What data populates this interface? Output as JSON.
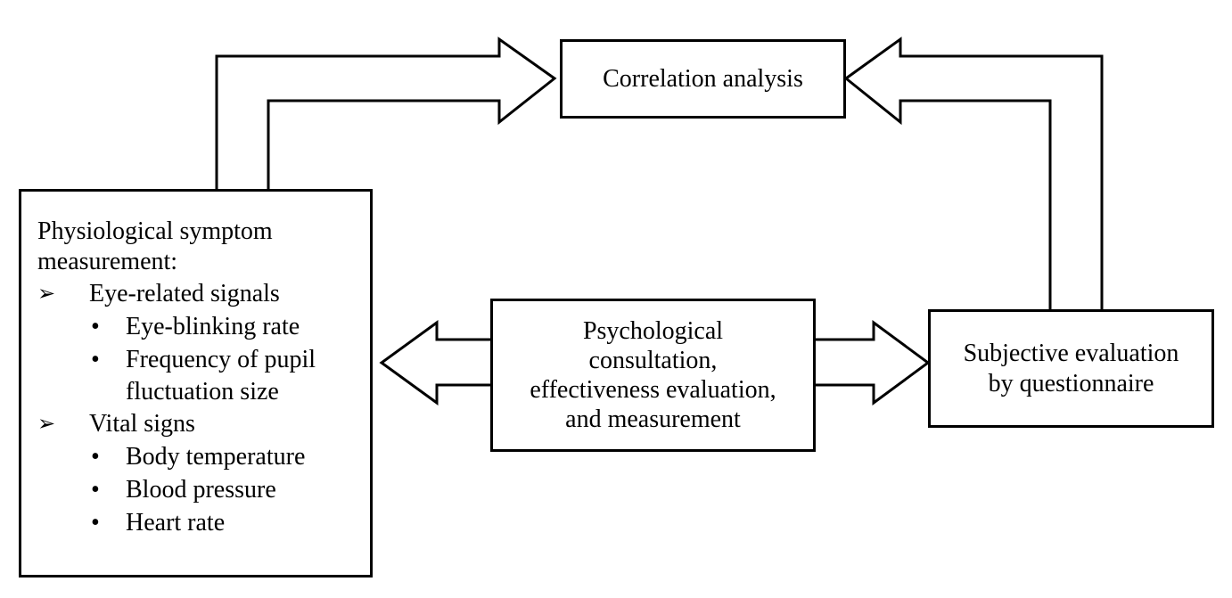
{
  "correlation": {
    "label": "Correlation analysis"
  },
  "psychological": {
    "lines": [
      "Psychological",
      "consultation,",
      "effectiveness evaluation,",
      "and measurement"
    ]
  },
  "subjective": {
    "lines": [
      "Subjective evaluation",
      "by questionnaire"
    ]
  },
  "physiological": {
    "title_lines": [
      "Physiological symptom",
      "measurement:"
    ],
    "bullet_marker": "➢",
    "sub_bullet_marker": "•",
    "groups": [
      {
        "label": "Eye-related signals",
        "items": [
          "Eye-blinking rate",
          "Frequency of pupil",
          "fluctuation size"
        ]
      },
      {
        "label": "Vital signs",
        "items": [
          "Body temperature",
          "Blood pressure",
          "Heart rate"
        ]
      }
    ]
  },
  "colors": {
    "stroke": "#000000",
    "fill": "#ffffff"
  }
}
